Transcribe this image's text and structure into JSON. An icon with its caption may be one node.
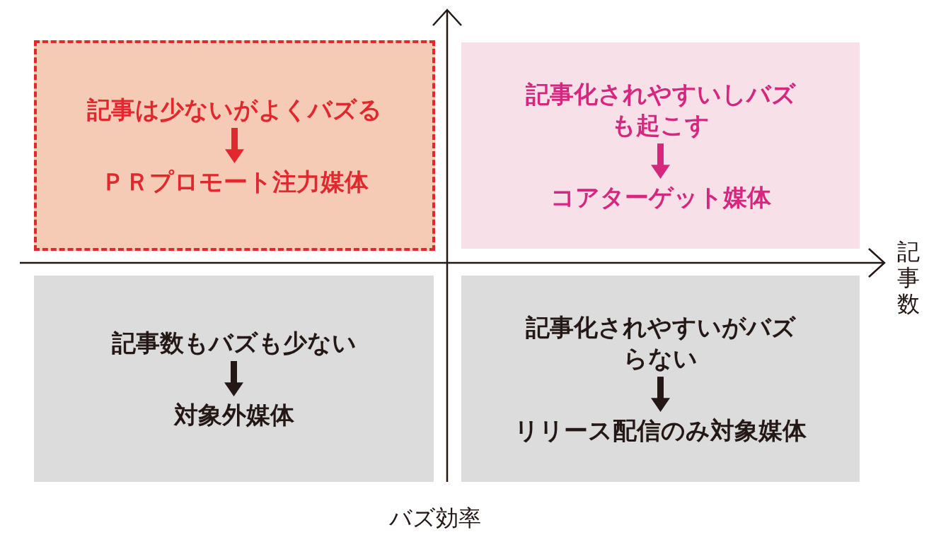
{
  "diagram": {
    "nodes": [
      {
        "text": [],
        "shape": "box"
      },
      {
        "text": [
          "記事は少ないがよくバズる"
        ],
        "in": 0
      },
      {
        "text": [
          "ＰＲプロモート注力媒体"
        ],
        "in": 0
      },
      {
        "text": [],
        "shape": "box"
      },
      {
        "text": [
          "記事化されやすいしバズも起こす"
        ],
        "in": 3
      },
      {
        "text": [
          "コアターゲット媒体"
        ],
        "in": 3
      },
      {
        "text": [],
        "shape": "box"
      },
      {
        "text": [
          "記事数もバズも少ない"
        ],
        "in": 6
      },
      {
        "text": [
          "対象外媒体"
        ],
        "in": 6
      },
      {
        "text": [],
        "shape": "box"
      },
      {
        "text": [
          "記事化されやすいがバズらない"
        ],
        "in": 9
      },
      {
        "text": [
          "リリース配信のみ対象媒体"
        ],
        "in": 9
      }
    ],
    "edges": [
      {
        "from": 1,
        "to": 2,
        "arrow": "to",
        "color": "#e0282e"
      },
      {
        "from": 4,
        "to": 5,
        "arrow": "to",
        "color": "#d6277f"
      },
      {
        "from": 7,
        "to": 8,
        "arrow": "to"
      },
      {
        "from": 10,
        "to": 11,
        "arrow": "to"
      }
    ],
    "labels": [
      "記事数",
      "バズ効率"
    ]
  }
}
